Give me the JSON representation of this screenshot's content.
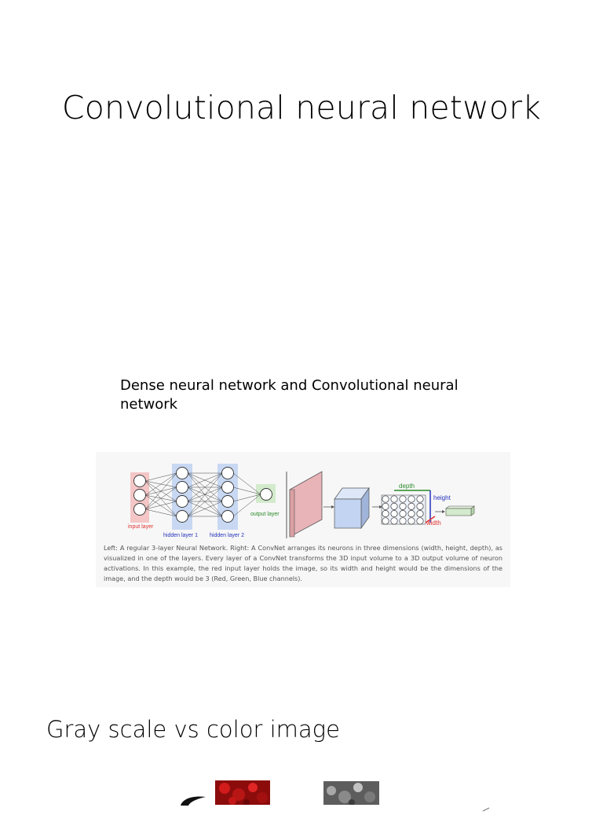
{
  "title": "Convolutional neural network",
  "subtitle": "Dense neural network and Convolutional neural network",
  "figure": {
    "labels": {
      "input_layer": "input layer",
      "hidden_layer_1": "hidden layer 1",
      "hidden_layer_2": "hidden layer 2",
      "output_layer": "output layer",
      "depth": "depth",
      "height": "height",
      "width": "width"
    },
    "caption": "Left: A regular 3-layer Neural Network. Right: A ConvNet arranges its neurons in three dimensions (width, height, depth), as visualized in one of the layers. Every layer of a ConvNet transforms the 3D input volume to a 3D output volume of neuron activations. In this example, the red input layer holds the image, so its width and height would be the dimensions of the image, and the depth would be 3 (Red, Green, Blue channels).",
    "colors": {
      "input": "#f4c6c6",
      "hidden": "#c8d8f3",
      "output": "#d3ebcc",
      "red_label": "#e03030",
      "blue_label": "#2233bb",
      "green_label": "#2a8a2a"
    }
  },
  "section_title": "Gray scale vs color image"
}
